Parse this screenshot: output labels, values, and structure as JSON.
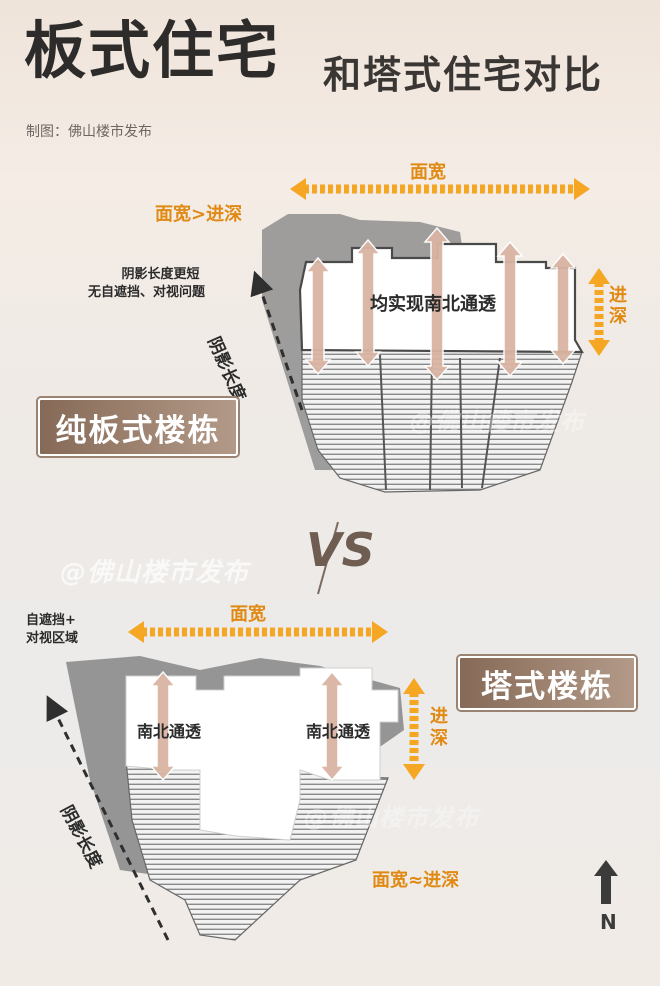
{
  "header": {
    "title": "板式住宅",
    "subtitle": "和塔式住宅对比",
    "credit": "制图：佛山楼市发布"
  },
  "slab": {
    "badge": "纯板式楼栋",
    "width_label": "面宽",
    "width_gt_depth": "面宽>进深",
    "depth_label": "进深",
    "ventilation": "均实现南北通透",
    "shadow_note_line1": "阴影长度更短",
    "shadow_note_line2": "无自遮挡、对视问题",
    "shadow_length": "阴影长度"
  },
  "vs": "VS",
  "tower": {
    "badge": "塔式楼栋",
    "width_label": "面宽",
    "depth_label": "进深",
    "ventilation_left": "南北通透",
    "ventilation_right": "南北通透",
    "note_line1": "自遮挡+",
    "note_line2": "对视区域",
    "shadow_length": "阴影长度",
    "width_approx_depth": "面宽≈进深"
  },
  "compass": {
    "label": "N"
  },
  "watermark": "@佛山楼市发布",
  "colors": {
    "orange": "#f5a623",
    "badge": "#9b8271",
    "arrow": "#d8b3a0",
    "shadow": "#8c8c8c"
  }
}
